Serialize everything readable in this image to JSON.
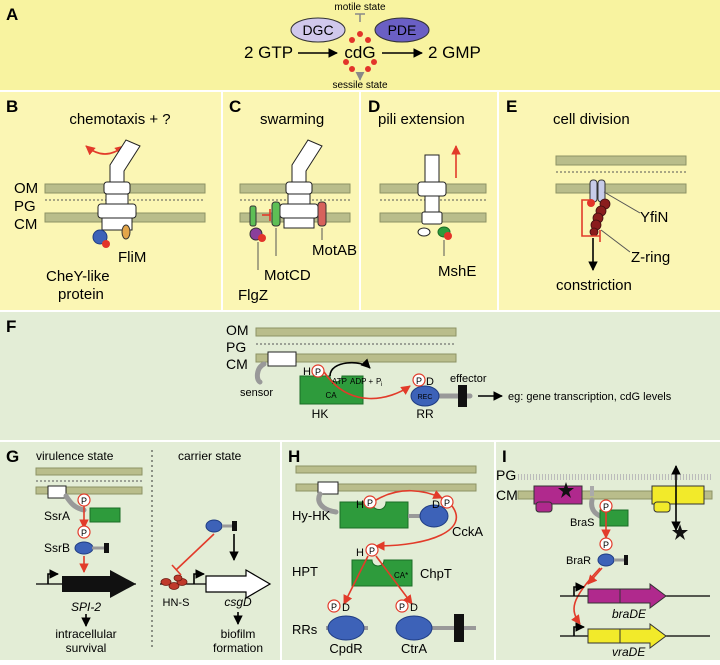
{
  "panel_letters": {
    "A": "A",
    "B": "B",
    "C": "C",
    "D": "D",
    "E": "E",
    "F": "F",
    "G": "G",
    "H": "H",
    "I": "I"
  },
  "panelA": {
    "dgc": "DGC",
    "pde": "PDE",
    "motile": "motile state",
    "sessile": "sessile state",
    "gtp": "2 GTP",
    "cdg": "cdG",
    "gmp": "2 GMP"
  },
  "panelB": {
    "title": "chemotaxis + ?",
    "om": "OM",
    "pg": "PG",
    "cm": "CM",
    "flim": "FliM",
    "chey1": "CheY-like",
    "chey2": "protein"
  },
  "panelC": {
    "title": "swarming",
    "motab": "MotAB",
    "motcd": "MotCD",
    "flgz": "FlgZ"
  },
  "panelD": {
    "title": "pili extension",
    "mshe": "MshE"
  },
  "panelE": {
    "title": "cell division",
    "yfin": "YfiN",
    "zring": "Z-ring",
    "constriction": "constriction"
  },
  "panelF": {
    "om": "OM",
    "pg": "PG",
    "cm": "CM",
    "sensor": "sensor",
    "hk": "HK",
    "rr": "RR",
    "effector": "effector",
    "h": "H",
    "p": "P",
    "d": "D",
    "ca": "CA",
    "rec": "REC",
    "atp": "ATP",
    "adp": "ADP +",
    "pi": "P",
    "pi_sub": "i",
    "output": "eg: gene transcription, cdG levels"
  },
  "panelG": {
    "virulence": "virulence state",
    "carrier": "carrier state",
    "ssra": "SsrA",
    "ssrb": "SsrB",
    "spi2": "SPI-2",
    "intra1": "intracellular",
    "intra2": "survival",
    "hns": "HN-S",
    "csgd": "csgD",
    "bio1": "biofilm",
    "bio2": "formation"
  },
  "panelH": {
    "hyhk": "Hy-HK",
    "hpt": "HPT",
    "rrs": "RRs",
    "ccka": "CckA",
    "chpt": "ChpT",
    "cpdr": "CpdR",
    "ctra": "CtrA",
    "ca": "CA*"
  },
  "panelI": {
    "pg": "PG",
    "cm": "CM",
    "bras": "BraS",
    "brar": "BraR",
    "brade": "braDE",
    "vrade": "vraDE"
  }
}
